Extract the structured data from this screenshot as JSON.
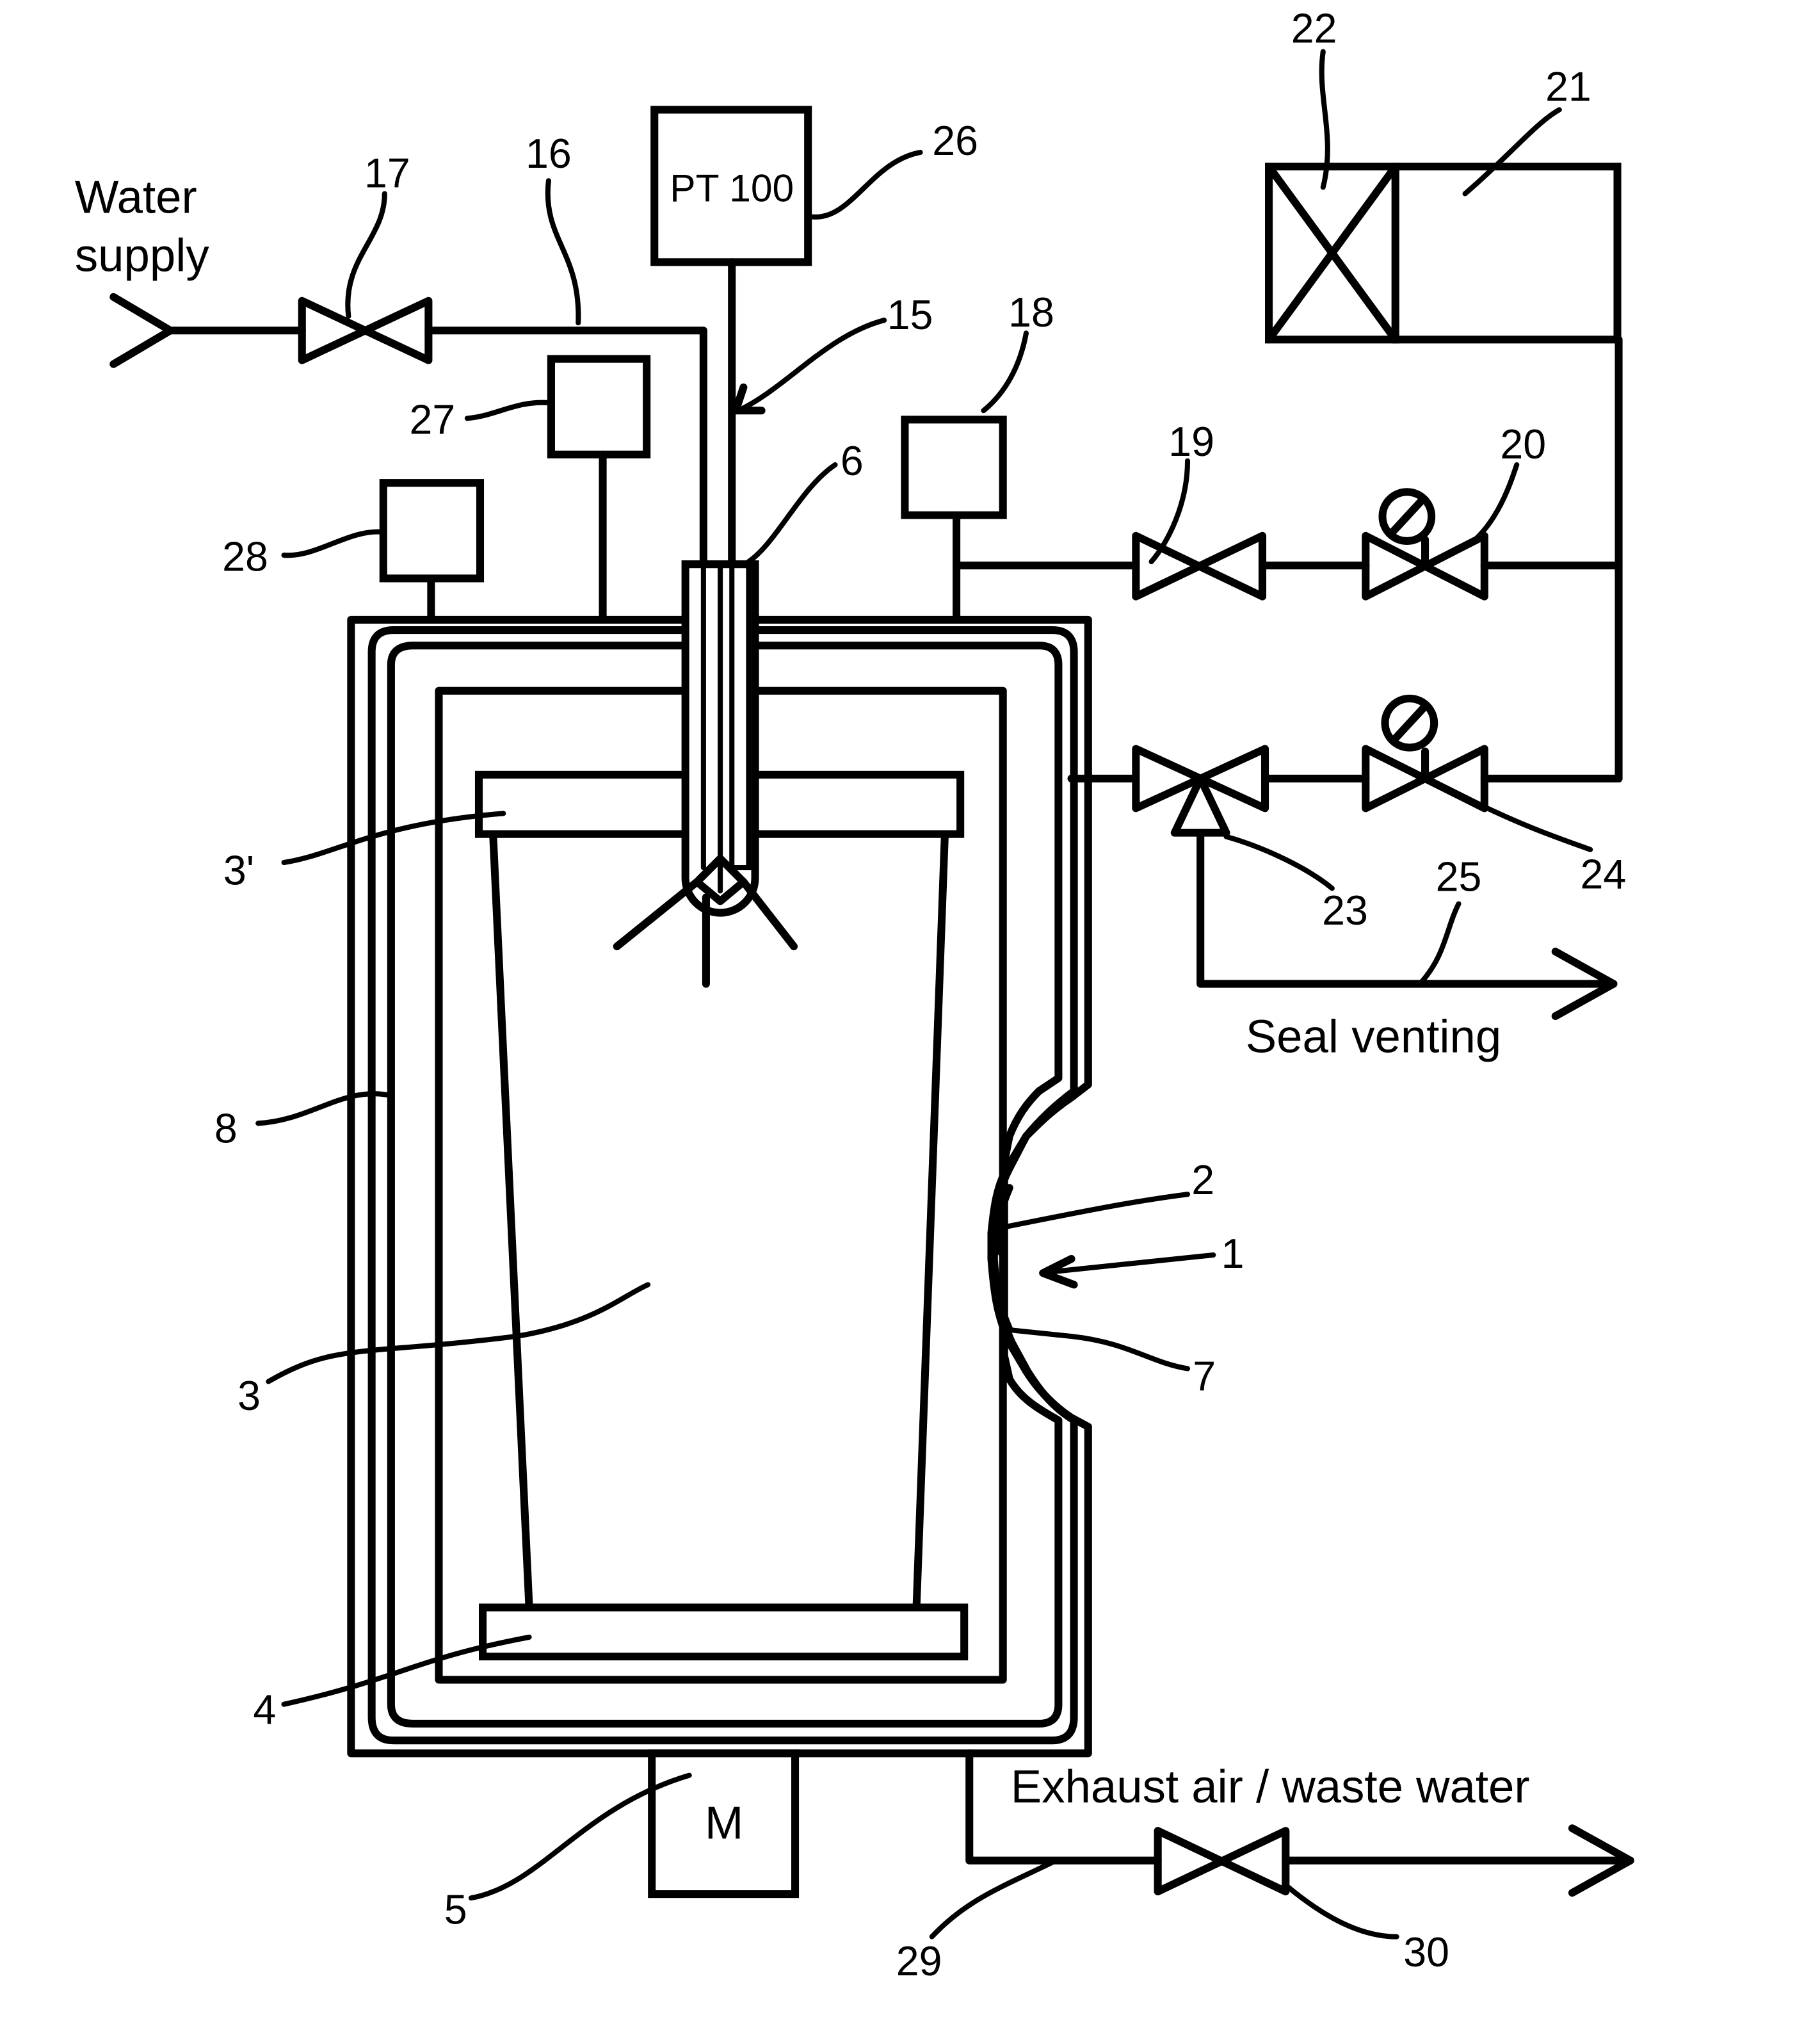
{
  "texts": {
    "water_supply_line1": "Water",
    "water_supply_line2": "supply",
    "seal_venting": "Seal venting",
    "exhaust": "Exhaust air / waste water",
    "pt100": "PT 100",
    "motor": "M"
  },
  "labels": {
    "l1": "1",
    "l2": "2",
    "l3": "3",
    "l3p": "3'",
    "l4": "4",
    "l5": "5",
    "l6": "6",
    "l7": "7",
    "l8": "8",
    "l15": "15",
    "l16": "16",
    "l17": "17",
    "l18": "18",
    "l19": "19",
    "l20": "20",
    "l21": "21",
    "l22": "22",
    "l23": "23",
    "l24": "24",
    "l25": "25",
    "l26": "26",
    "l27": "27",
    "l28": "28",
    "l29": "29",
    "l30": "30"
  }
}
